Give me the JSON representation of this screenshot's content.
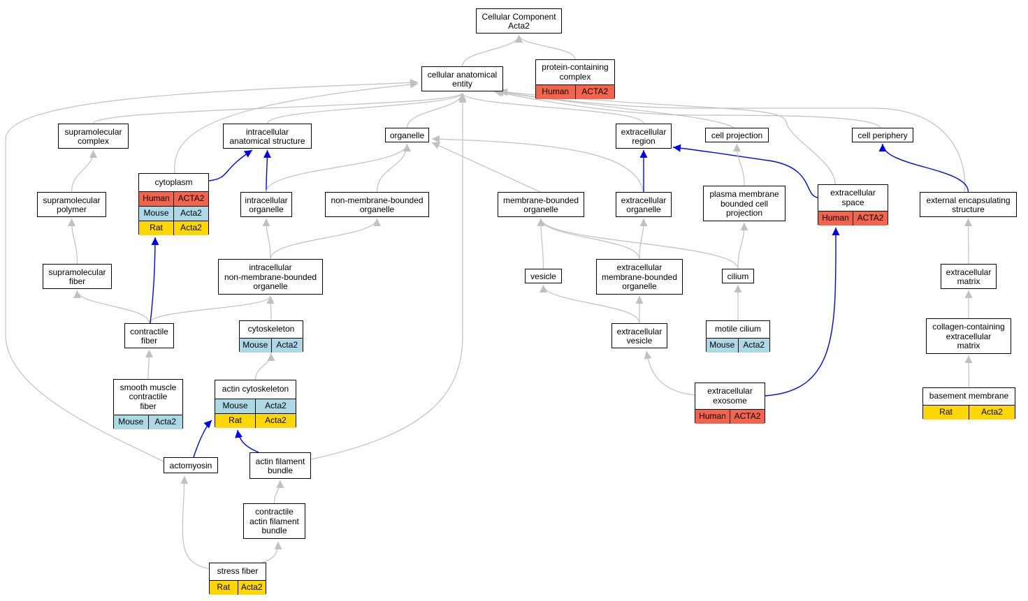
{
  "colors": {
    "gray_edge": "#c0c0c0",
    "blue_edge": "#0000ff",
    "Human": "#f4644a",
    "Mouse": "#add8e6",
    "Rat": "#ffd700"
  },
  "nodes": [
    {
      "id": "root",
      "label": "Cellular Component\nActa2",
      "rows": []
    },
    {
      "id": "cae",
      "label": "cellular anatomical\nentity",
      "rows": []
    },
    {
      "id": "pcc",
      "label": "protein-containing\ncomplex",
      "rows": [
        {
          "species": "Human",
          "gene": "ACTA2"
        }
      ]
    },
    {
      "id": "smc",
      "label": "supramolecular\ncomplex",
      "rows": []
    },
    {
      "id": "ias",
      "label": "intracellular\nanatomical structure",
      "rows": []
    },
    {
      "id": "organelle",
      "label": "organelle",
      "rows": []
    },
    {
      "id": "ecr",
      "label": "extracellular\nregion",
      "rows": []
    },
    {
      "id": "cellproj",
      "label": "cell projection",
      "rows": []
    },
    {
      "id": "cellper",
      "label": "cell periphery",
      "rows": []
    },
    {
      "id": "cytoplasm",
      "label": "cytoplasm",
      "rows": [
        {
          "species": "Human",
          "gene": "ACTA2"
        },
        {
          "species": "Mouse",
          "gene": "Acta2"
        },
        {
          "species": "Rat",
          "gene": "Acta2"
        }
      ]
    },
    {
      "id": "smp",
      "label": "supramolecular\npolymer",
      "rows": []
    },
    {
      "id": "intorg",
      "label": "intracellular\norganelle",
      "rows": []
    },
    {
      "id": "nmbo",
      "label": "non-membrane-bounded\norganelle",
      "rows": []
    },
    {
      "id": "mbo",
      "label": "membrane-bounded\norganelle",
      "rows": []
    },
    {
      "id": "ecorg",
      "label": "extracellular\norganelle",
      "rows": []
    },
    {
      "id": "pmbcp",
      "label": "plasma membrane\nbounded cell\nprojection",
      "rows": []
    },
    {
      "id": "ecspace",
      "label": "extracellular\nspace",
      "rows": [
        {
          "species": "Human",
          "gene": "ACTA2"
        }
      ]
    },
    {
      "id": "extencap",
      "label": "external encapsulating\nstructure",
      "rows": []
    },
    {
      "id": "smf",
      "label": "supramolecular\nfiber",
      "rows": []
    },
    {
      "id": "inmbo",
      "label": "intracellular\nnon-membrane-bounded\norganelle",
      "rows": []
    },
    {
      "id": "vesicle",
      "label": "vesicle",
      "rows": []
    },
    {
      "id": "ecmbo",
      "label": "extracellular\nmembrane-bounded\norganelle",
      "rows": []
    },
    {
      "id": "cilium",
      "label": "cilium",
      "rows": []
    },
    {
      "id": "ecm",
      "label": "extracellular\nmatrix",
      "rows": []
    },
    {
      "id": "cfiber",
      "label": "contractile\nfiber",
      "rows": []
    },
    {
      "id": "cytoskeleton",
      "label": "cytoskeleton",
      "rows": [
        {
          "species": "Mouse",
          "gene": "Acta2"
        }
      ]
    },
    {
      "id": "ecvesicle",
      "label": "extracellular\nvesicle",
      "rows": []
    },
    {
      "id": "motcil",
      "label": "motile cilium",
      "rows": [
        {
          "species": "Mouse",
          "gene": "Acta2"
        }
      ]
    },
    {
      "id": "ccecm",
      "label": "collagen-containing\nextracellular\nmatrix",
      "rows": []
    },
    {
      "id": "smcf",
      "label": "smooth muscle\ncontractile\nfiber",
      "rows": [
        {
          "species": "Mouse",
          "gene": "Acta2"
        }
      ]
    },
    {
      "id": "actcyto",
      "label": "actin cytoskeleton",
      "rows": [
        {
          "species": "Mouse",
          "gene": "Acta2"
        },
        {
          "species": "Rat",
          "gene": "Acta2"
        }
      ]
    },
    {
      "id": "exosome",
      "label": "extracellular\nexosome",
      "rows": [
        {
          "species": "Human",
          "gene": "ACTA2"
        }
      ]
    },
    {
      "id": "basemem",
      "label": "basement membrane",
      "rows": [
        {
          "species": "Rat",
          "gene": "Acta2"
        }
      ]
    },
    {
      "id": "actomyosin",
      "label": "actomyosin",
      "rows": []
    },
    {
      "id": "afb",
      "label": "actin filament\nbundle",
      "rows": []
    },
    {
      "id": "cafb",
      "label": "contractile\nactin filament\nbundle",
      "rows": []
    },
    {
      "id": "stressfiber",
      "label": "stress fiber",
      "rows": [
        {
          "species": "Rat",
          "gene": "Acta2"
        }
      ]
    }
  ],
  "edges": [
    {
      "from": "cae",
      "to": "root",
      "type": "gray"
    },
    {
      "from": "pcc",
      "to": "root",
      "type": "gray"
    },
    {
      "from": "smc",
      "to": "cae",
      "type": "gray"
    },
    {
      "from": "ias",
      "to": "cae",
      "type": "gray"
    },
    {
      "from": "organelle",
      "to": "cae",
      "type": "gray"
    },
    {
      "from": "ecr",
      "to": "cae",
      "type": "gray"
    },
    {
      "from": "cellproj",
      "to": "cae",
      "type": "gray"
    },
    {
      "from": "cellper",
      "to": "cae",
      "type": "gray"
    },
    {
      "from": "cytoplasm",
      "to": "cae",
      "type": "gray"
    },
    {
      "from": "ecspace",
      "to": "cae",
      "type": "gray"
    },
    {
      "from": "extencap",
      "to": "cae",
      "type": "gray"
    },
    {
      "from": "actomyosin",
      "to": "cae",
      "type": "gray"
    },
    {
      "from": "afb",
      "to": "cae",
      "type": "gray"
    },
    {
      "from": "cytoplasm",
      "to": "ias",
      "type": "blue"
    },
    {
      "from": "intorg",
      "to": "ias",
      "type": "blue"
    },
    {
      "from": "intorg",
      "to": "organelle",
      "type": "gray"
    },
    {
      "from": "nmbo",
      "to": "organelle",
      "type": "gray"
    },
    {
      "from": "mbo",
      "to": "organelle",
      "type": "gray"
    },
    {
      "from": "ecorg",
      "to": "organelle",
      "type": "gray"
    },
    {
      "from": "ecorg",
      "to": "ecr",
      "type": "blue"
    },
    {
      "from": "ecspace",
      "to": "ecr",
      "type": "blue"
    },
    {
      "from": "pmbcp",
      "to": "cellproj",
      "type": "gray"
    },
    {
      "from": "extencap",
      "to": "cellper",
      "type": "blue"
    },
    {
      "from": "smp",
      "to": "smc",
      "type": "gray"
    },
    {
      "from": "smf",
      "to": "smp",
      "type": "gray"
    },
    {
      "from": "inmbo",
      "to": "intorg",
      "type": "gray"
    },
    {
      "from": "inmbo",
      "to": "nmbo",
      "type": "gray"
    },
    {
      "from": "vesicle",
      "to": "mbo",
      "type": "gray"
    },
    {
      "from": "ecmbo",
      "to": "mbo",
      "type": "gray"
    },
    {
      "from": "cilium",
      "to": "mbo",
      "type": "gray"
    },
    {
      "from": "ecmbo",
      "to": "ecorg",
      "type": "gray"
    },
    {
      "from": "cilium",
      "to": "pmbcp",
      "type": "gray"
    },
    {
      "from": "ecm",
      "to": "extencap",
      "type": "gray"
    },
    {
      "from": "cfiber",
      "to": "smf",
      "type": "gray"
    },
    {
      "from": "cfiber",
      "to": "inmbo",
      "type": "gray"
    },
    {
      "from": "cfiber",
      "to": "cytoplasm",
      "type": "blue"
    },
    {
      "from": "cytoskeleton",
      "to": "inmbo",
      "type": "gray"
    },
    {
      "from": "ecvesicle",
      "to": "vesicle",
      "type": "gray"
    },
    {
      "from": "ecvesicle",
      "to": "ecmbo",
      "type": "gray"
    },
    {
      "from": "motcil",
      "to": "cilium",
      "type": "gray"
    },
    {
      "from": "ccecm",
      "to": "ecm",
      "type": "gray"
    },
    {
      "from": "smcf",
      "to": "cfiber",
      "type": "gray"
    },
    {
      "from": "actcyto",
      "to": "cytoskeleton",
      "type": "gray"
    },
    {
      "from": "exosome",
      "to": "ecvesicle",
      "type": "gray"
    },
    {
      "from": "exosome",
      "to": "ecspace",
      "type": "blue"
    },
    {
      "from": "basemem",
      "to": "ccecm",
      "type": "gray"
    },
    {
      "from": "actomyosin",
      "to": "actcyto",
      "type": "blue"
    },
    {
      "from": "afb",
      "to": "actcyto",
      "type": "blue"
    },
    {
      "from": "cafb",
      "to": "afb",
      "type": "gray"
    },
    {
      "from": "stressfiber",
      "to": "actomyosin",
      "type": "gray"
    },
    {
      "from": "stressfiber",
      "to": "cafb",
      "type": "gray"
    }
  ]
}
